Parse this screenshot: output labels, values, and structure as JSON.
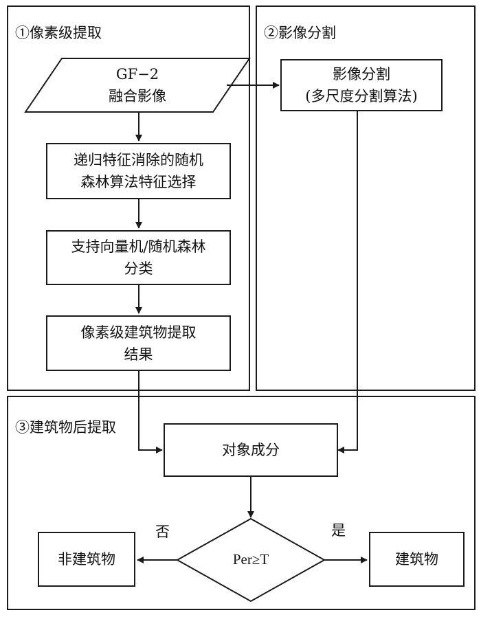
{
  "panels": {
    "p1_title": "①像素级提取",
    "p2_title": "②影像分割",
    "p3_title": "③建筑物后提取"
  },
  "nodes": {
    "input_line1": "GF−2",
    "input_line2": "融合影像",
    "rfe_line1": "递归特征消除的随机",
    "rfe_line2": "森林算法特征选择",
    "classify_line1": "支持向量机/随机森林",
    "classify_line2": "分类",
    "pixel_result_line1": "像素级建筑物提取",
    "pixel_result_line2": "结果",
    "seg_line1": "影像分割",
    "seg_line2": "(多尺度分割算法)",
    "object_ratio": "对象成分",
    "decision": "Per≥T",
    "non_building": "非建筑物",
    "building": "建筑物"
  },
  "edges": {
    "no_label": "否",
    "yes_label": "是"
  }
}
